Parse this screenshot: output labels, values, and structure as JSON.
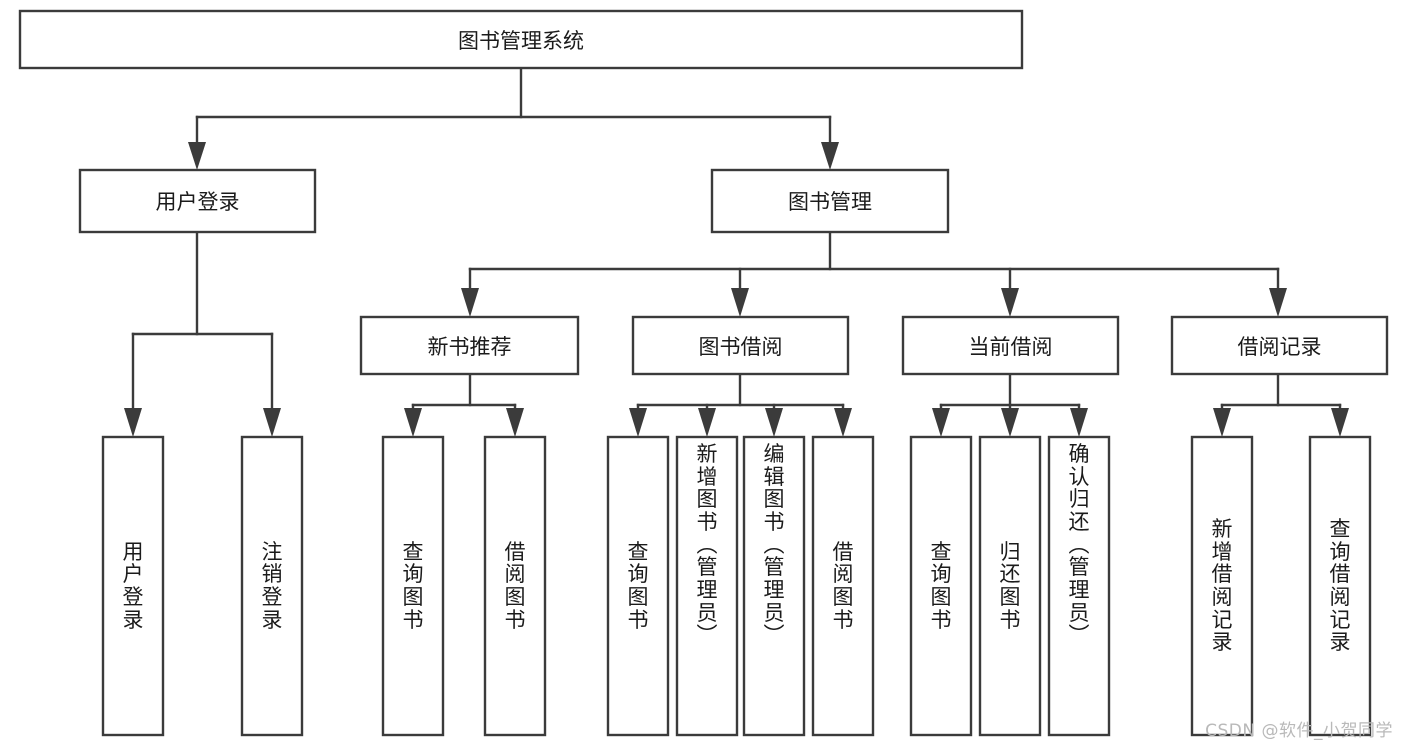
{
  "diagram": {
    "title": "图书管理系统",
    "type": "tree",
    "watermark": "CSDN @软件_小贺同学",
    "colors": {
      "stroke": "#3b3b3b",
      "box_fill": "#ffffff",
      "text": "#1b1b1b",
      "watermark": "#b9b9b9",
      "background": "#ffffff"
    },
    "root": {
      "label": "图书管理系统"
    },
    "level1": [
      {
        "label": "用户登录"
      },
      {
        "label": "图书管理"
      }
    ],
    "level2": [
      {
        "label": "新书推荐"
      },
      {
        "label": "图书借阅"
      },
      {
        "label": "当前借阅"
      },
      {
        "label": "借阅记录"
      }
    ],
    "leaves": {
      "user_login": [
        {
          "label": "用户登录"
        },
        {
          "label": "注销登录"
        }
      ],
      "new_book": [
        {
          "label": "查询图书"
        },
        {
          "label": "借阅图书"
        }
      ],
      "book_borrow": [
        {
          "label": "查询图书"
        },
        {
          "label": "新增图书（管理员）"
        },
        {
          "label": "编辑图书（管理员）"
        },
        {
          "label": "借阅图书"
        }
      ],
      "current_borrow": [
        {
          "label": "查询图书"
        },
        {
          "label": "归还图书"
        },
        {
          "label": "确认归还（管理员）"
        }
      ],
      "borrow_record": [
        {
          "label": "新增借阅记录"
        },
        {
          "label": "查询借阅记录"
        }
      ]
    }
  }
}
